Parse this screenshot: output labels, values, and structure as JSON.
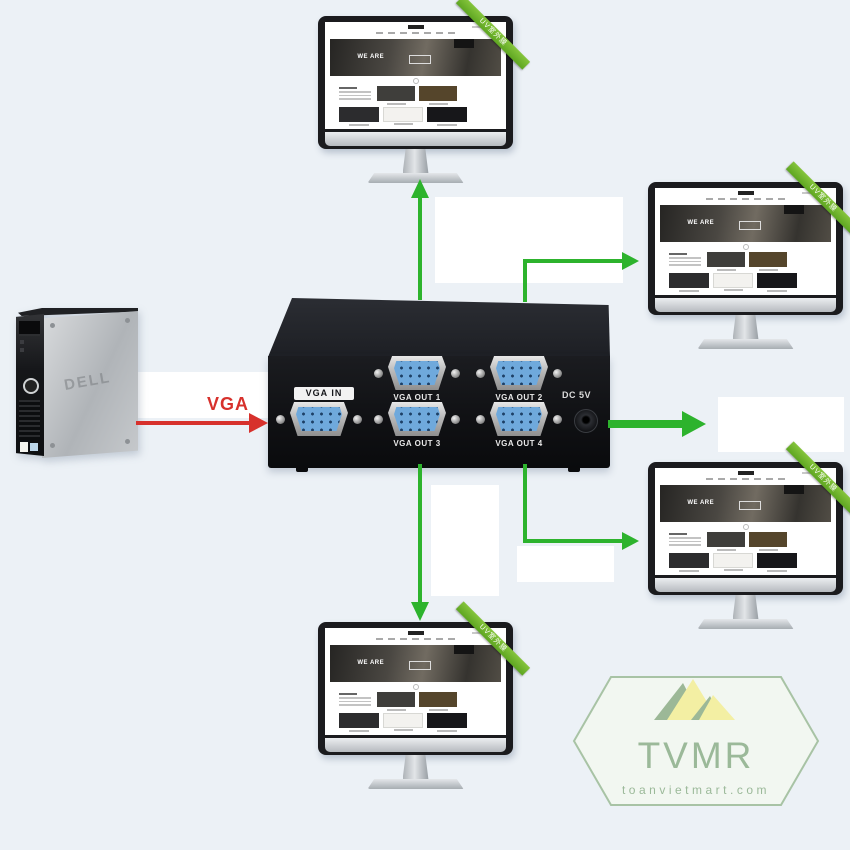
{
  "page": {
    "background": "#ecf1f6"
  },
  "arrows": {
    "vga_label": "VGA"
  },
  "splitter": {
    "vga_in_label": "VGA IN",
    "out_labels": [
      "VGA OUT 1",
      "VGA OUT 2",
      "VGA OUT 3",
      "VGA OUT 4"
    ],
    "dc_label": "DC 5V"
  },
  "monitor": {
    "ribbon_text": "UV室外膜",
    "hero_text": "WE ARE"
  },
  "pc": {
    "side_logo": "DELL"
  },
  "watermark": {
    "title": "TVMR",
    "domain": "toanvietmart.com"
  },
  "colors": {
    "background": "#ecf1f6",
    "arrow_green": "#2db32d",
    "arrow_red": "#d7312c",
    "ribbon_green": "#6ab52f",
    "device_black": "#141519",
    "vga_port_blue": "#6fa9dc",
    "watermark_green": "#9cb99a",
    "mountain_yellow": "#f3efa3",
    "mountain_green": "#9cb897"
  }
}
